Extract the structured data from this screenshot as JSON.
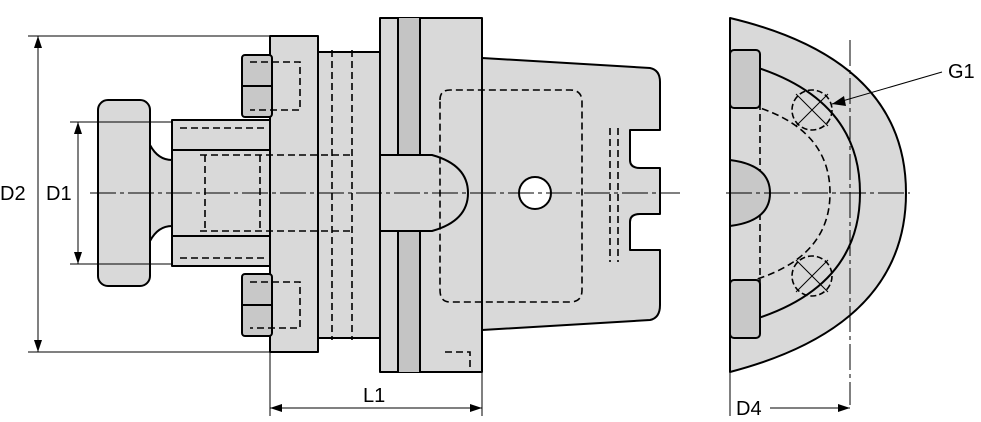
{
  "labels": {
    "d2": "D2",
    "d1": "D1",
    "l1": "L1",
    "d4": "D4",
    "g1": "G1"
  },
  "colors": {
    "fill": "#d9d9d9",
    "fill_dark": "#c8c8c8",
    "line": "#000000"
  }
}
